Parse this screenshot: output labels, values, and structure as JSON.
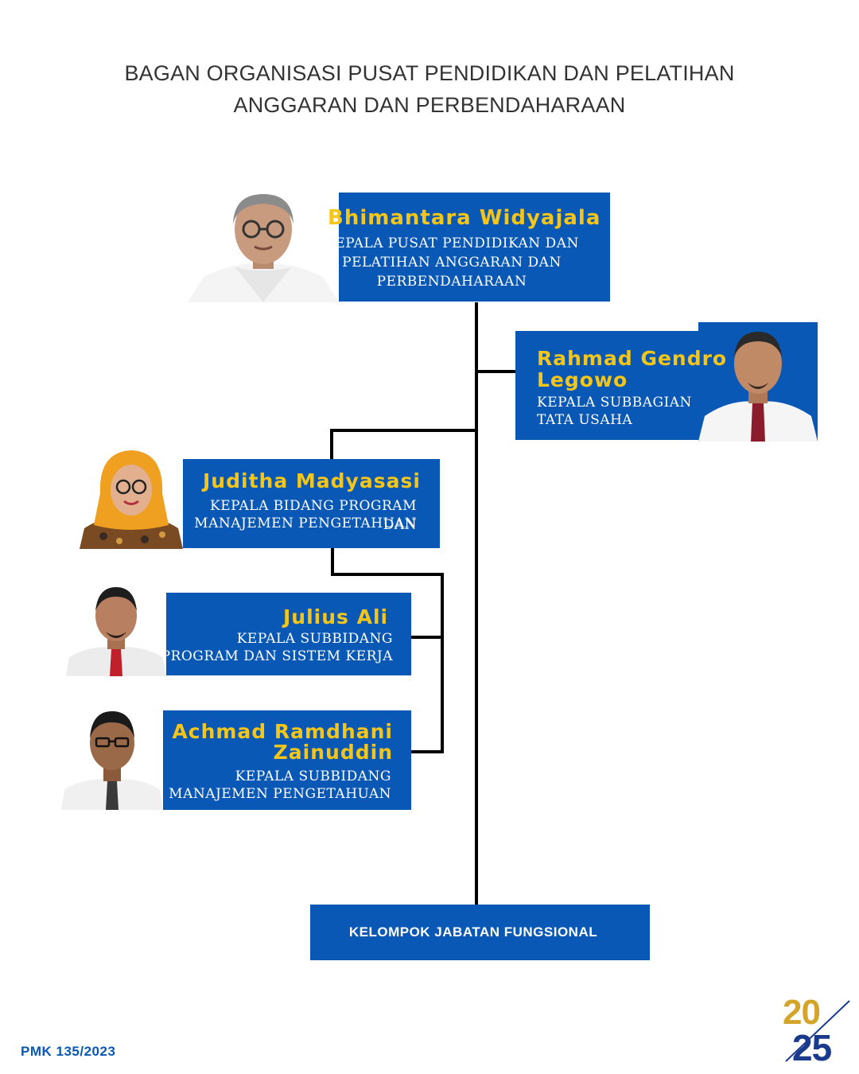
{
  "title": {
    "line1": "BAGAN ORGANISASI PUSAT PENDIDIKAN DAN PELATIHAN",
    "line2": "ANGGARAN DAN PERBENDAHARAAN"
  },
  "colors": {
    "box_blue": "#0a58b5",
    "name_yellow": "#f5c518",
    "logo_gold": "#d4a52a",
    "logo_navy": "#1a3a8c"
  },
  "nodes": {
    "head": {
      "name": "Bhimantara Widyajala",
      "role_lines": [
        "KEPALA PUSAT PENDIDIKAN DAN",
        "PELATIHAN ANGGARAN DAN",
        "PERBENDAHARAAN"
      ],
      "photo_icon": "person-photo-icon"
    },
    "admin": {
      "name_lines": [
        "Rahmad Gendro",
        "Legowo"
      ],
      "role_lines": [
        "KEPALA SUBBAGIAN",
        "TATA USAHA"
      ],
      "photo_icon": "person-photo-icon"
    },
    "program": {
      "name": "Juditha Madyasasi",
      "role_lines": [
        "KEPALA BIDANG PROGRAM DAN",
        "MANAJEMEN PENGETAHUAN"
      ],
      "photo_icon": "person-photo-icon"
    },
    "sub1": {
      "name": "Julius Ali",
      "role_lines": [
        "KEPALA SUBBIDANG",
        "PROGRAM DAN SISTEM KERJA"
      ],
      "photo_icon": "person-photo-icon"
    },
    "sub2": {
      "name_lines": [
        "Achmad Ramdhani",
        "Zainuddin"
      ],
      "role_lines": [
        "KEPALA SUBBIDANG",
        "MANAJEMEN PENGETAHUAN"
      ],
      "photo_icon": "person-photo-icon"
    },
    "functional": {
      "label": "KELOMPOK JABATAN FUNGSIONAL"
    }
  },
  "footer": {
    "regulation": "PMK 135/2023",
    "logo_top": "20",
    "logo_bottom": "25"
  }
}
